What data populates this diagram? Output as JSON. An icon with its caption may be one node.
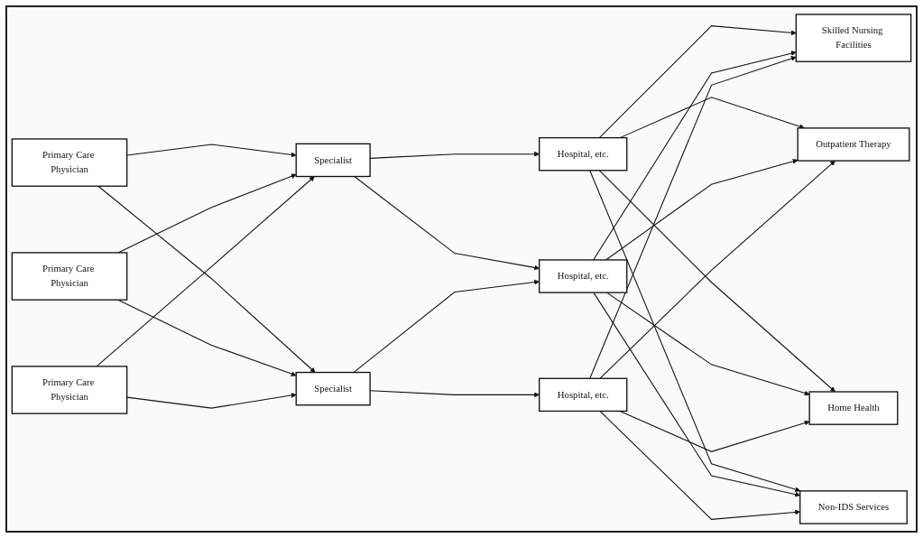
{
  "diagram": {
    "nodes": [
      {
        "text": [
          "Primary Care Physician"
        ]
      },
      {
        "text": [
          "Primary Care Physician"
        ]
      },
      {
        "text": [
          "Primary Care Physician"
        ]
      },
      {
        "text": [
          "Specialist"
        ]
      },
      {
        "text": [
          "Specialist"
        ]
      },
      {
        "text": [
          "Hospital, etc."
        ]
      },
      {
        "text": [
          "Hospital, etc."
        ]
      },
      {
        "text": [
          "Hospital, etc."
        ]
      },
      {
        "text": [
          "Skilled Nursing Facilities"
        ]
      },
      {
        "text": [
          "Outpatient Therapy"
        ]
      },
      {
        "text": [
          "Home Health"
        ]
      },
      {
        "text": [
          "Non-IDS Services"
        ]
      }
    ],
    "edges": [
      {
        "from": 0,
        "to": 3,
        "arrow": "to"
      },
      {
        "from": 0,
        "to": 4,
        "arrow": "to"
      },
      {
        "from": 1,
        "to": 3,
        "arrow": "to"
      },
      {
        "from": 1,
        "to": 4,
        "arrow": "to"
      },
      {
        "from": 2,
        "to": 3,
        "arrow": "to"
      },
      {
        "from": 2,
        "to": 4,
        "arrow": "to"
      },
      {
        "from": 3,
        "to": 5,
        "arrow": "to"
      },
      {
        "from": 3,
        "to": 6,
        "arrow": "to"
      },
      {
        "from": 4,
        "to": 6,
        "arrow": "to"
      },
      {
        "from": 4,
        "to": 7,
        "arrow": "to"
      },
      {
        "from": 5,
        "to": 8,
        "arrow": "to"
      },
      {
        "from": 5,
        "to": 9,
        "arrow": "to"
      },
      {
        "from": 5,
        "to": 10,
        "arrow": "to"
      },
      {
        "from": 5,
        "to": 11,
        "arrow": "to"
      },
      {
        "from": 6,
        "to": 8,
        "arrow": "to"
      },
      {
        "from": 6,
        "to": 9,
        "arrow": "to"
      },
      {
        "from": 6,
        "to": 10,
        "arrow": "to"
      },
      {
        "from": 6,
        "to": 11,
        "arrow": "to"
      },
      {
        "from": 7,
        "to": 8,
        "arrow": "to"
      },
      {
        "from": 7,
        "to": 9,
        "arrow": "to"
      },
      {
        "from": 7,
        "to": 10,
        "arrow": "to"
      },
      {
        "from": 7,
        "to": 11,
        "arrow": "to"
      }
    ]
  }
}
